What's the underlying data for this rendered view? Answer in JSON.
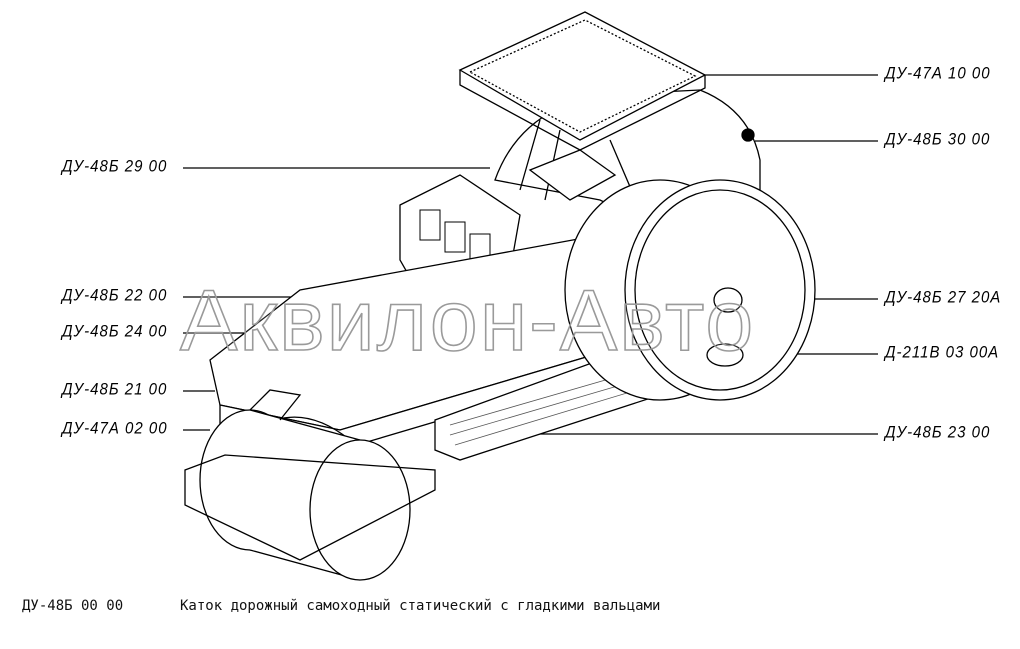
{
  "callouts_left": [
    {
      "code": "ДУ-48Б 29 00"
    },
    {
      "code": "ДУ-48Б 22 00"
    },
    {
      "code": "ДУ-48Б 24 00"
    },
    {
      "code": "ДУ-48Б 21 00"
    },
    {
      "code": "ДУ-47А 02 00"
    }
  ],
  "callouts_right": [
    {
      "code": "ДУ-47А 10 00"
    },
    {
      "code": "ДУ-48Б 30 00"
    },
    {
      "code": "ДУ-48Б 27 20А"
    },
    {
      "code": "Д-211В 03 00А"
    },
    {
      "code": "ДУ-48Б 23 00"
    }
  ],
  "caption": {
    "code": "ДУ-48Б 00 00",
    "title": "Каток дорожный самоходный статический с гладкими вальцами"
  },
  "watermark": "Аквилон-Авто"
}
